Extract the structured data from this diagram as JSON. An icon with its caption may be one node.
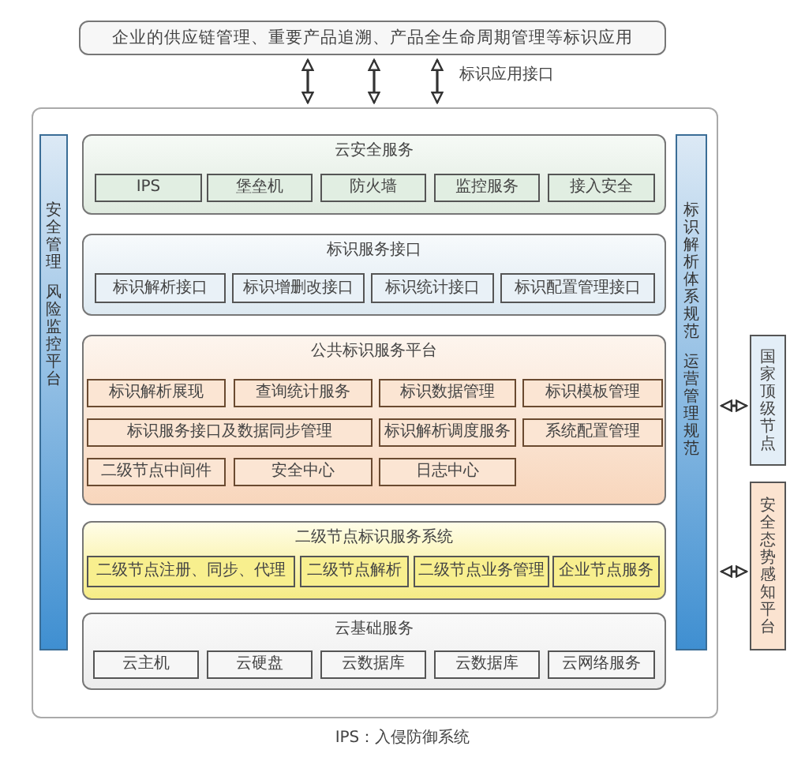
{
  "diagram": {
    "caption": "IPS：入侵防御系统",
    "nodes": [
      {
        "text": [
          "企业的供应链管理、重要产品追溯、产品全生命周期管理等标识应用"
        ]
      },
      {
        "text": [],
        "shape": "box"
      },
      {
        "text": [
          "安全管理",
          "风险监控平台"
        ],
        "in": 1
      },
      {
        "text": [
          "云安全服务"
        ],
        "in": 1
      },
      {
        "text": [
          "IPS"
        ],
        "in": 3
      },
      {
        "text": [
          "堡垒机"
        ],
        "in": 3
      },
      {
        "text": [
          "防火墙"
        ],
        "in": 3
      },
      {
        "text": [
          "监控服务"
        ],
        "in": 3
      },
      {
        "text": [
          "接入安全"
        ],
        "in": 3
      },
      {
        "text": [
          "标识服务接口"
        ],
        "in": 1
      },
      {
        "text": [
          "标识解析接口"
        ],
        "in": 9
      },
      {
        "text": [
          "标识增删改接口"
        ],
        "in": 9
      },
      {
        "text": [
          "标识统计接口"
        ],
        "in": 9
      },
      {
        "text": [
          "标识配置管理接口"
        ],
        "in": 9
      },
      {
        "text": [
          "公共标识服务平台"
        ],
        "in": 1
      },
      {
        "text": [
          "标识解析展现"
        ],
        "in": 14
      },
      {
        "text": [
          "查询统计服务"
        ],
        "in": 14
      },
      {
        "text": [
          "标识数据管理"
        ],
        "in": 14
      },
      {
        "text": [
          "标识模板管理"
        ],
        "in": 14
      },
      {
        "text": [
          "标识服务接口及数据同步管理"
        ],
        "in": 14
      },
      {
        "text": [
          "标识解析调度服务"
        ],
        "in": 14
      },
      {
        "text": [
          "系统配置管理"
        ],
        "in": 14
      },
      {
        "text": [
          "二级节点中间件"
        ],
        "in": 14
      },
      {
        "text": [
          "安全中心"
        ],
        "in": 14
      },
      {
        "text": [
          "日志中心"
        ],
        "in": 14
      },
      {
        "text": [
          "二级节点标识服务系统"
        ],
        "in": 1
      },
      {
        "text": [
          "二级节点注册、同步、代理"
        ],
        "in": 25
      },
      {
        "text": [
          "二级节点解析"
        ],
        "in": 25
      },
      {
        "text": [
          "二级节点业务管理"
        ],
        "in": 25
      },
      {
        "text": [
          "企业节点服务"
        ],
        "in": 25
      },
      {
        "text": [
          "云基础服务"
        ],
        "in": 1
      },
      {
        "text": [
          "云主机"
        ],
        "in": 30
      },
      {
        "text": [
          "云硬盘"
        ],
        "in": 30
      },
      {
        "text": [
          "云数据库"
        ],
        "in": 30
      },
      {
        "text": [
          "云数据库"
        ],
        "in": 30
      },
      {
        "text": [
          "云网络服务"
        ],
        "in": 30
      },
      {
        "text": [
          "标识解析体系规范",
          "运营管理规范"
        ],
        "in": 1
      },
      {
        "text": [
          "国家顶级节点"
        ]
      },
      {
        "text": [
          "安全态势感知平台"
        ]
      }
    ],
    "edges": [
      {
        "from": 0,
        "to": 1,
        "arrow": "both"
      },
      {
        "from": 0,
        "to": 1,
        "arrow": "both"
      },
      {
        "from": 0,
        "to": 1,
        "arrow": "both",
        "label": "标识应用接口"
      },
      {
        "from": 1,
        "to": 37,
        "arrow": "both"
      },
      {
        "from": 1,
        "to": 38,
        "arrow": "both"
      }
    ]
  }
}
